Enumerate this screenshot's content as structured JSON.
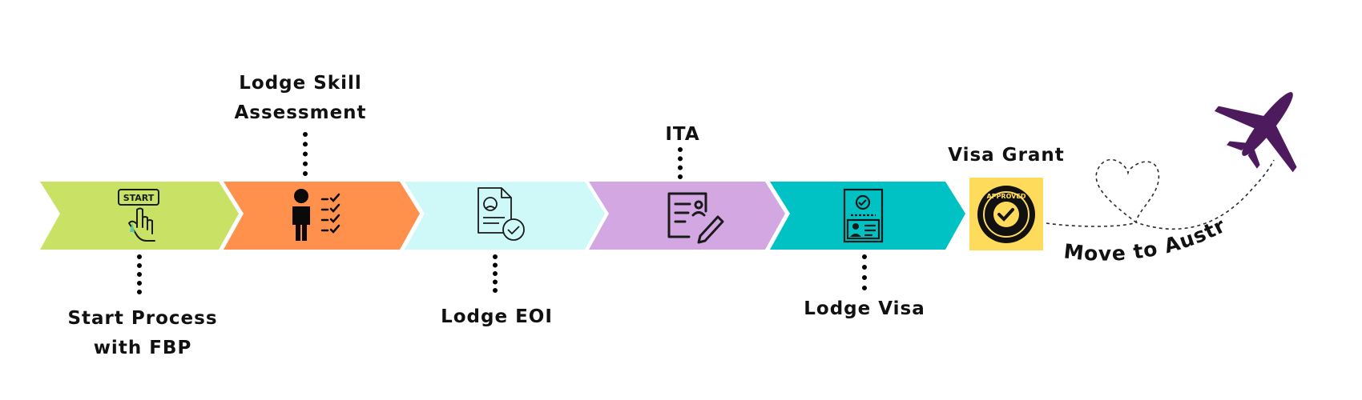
{
  "steps": [
    {
      "id": "start",
      "color": "#c9e265",
      "label": [
        "Start Process",
        "with FBP"
      ],
      "icon": "start-hand-icon",
      "icon_text": "START"
    },
    {
      "id": "skill",
      "color": "#ff914d",
      "label": [
        "Lodge Skill",
        "Assessment"
      ],
      "icon": "person-checklist-icon"
    },
    {
      "id": "eoi",
      "color": "#cff8f9",
      "label": [
        "Lodge EOI"
      ],
      "icon": "document-check-icon"
    },
    {
      "id": "ita",
      "color": "#d3a8e2",
      "label": [
        "ITA"
      ],
      "icon": "document-pen-icon"
    },
    {
      "id": "visa",
      "color": "#00c1c4",
      "label": [
        "Lodge Visa"
      ],
      "icon": "visa-document-icon"
    }
  ],
  "grant": {
    "label": "Visa Grant",
    "color": "#fedb5b",
    "icon": "approved-seal-icon",
    "seal_text": "APPROVED"
  },
  "destination": {
    "label": "Move to Australia",
    "icon": "airplane-icon",
    "plane_color": "#4d1a5e"
  }
}
